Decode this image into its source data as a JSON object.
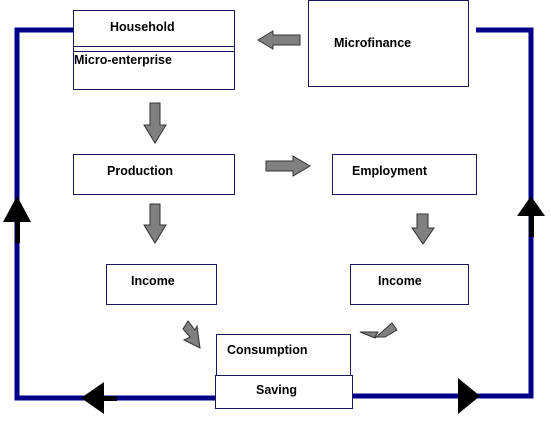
{
  "diagram": {
    "nodes": {
      "household": "Household",
      "micro_enterprise": "Micro-enterprise",
      "microfinance": "Microfinance",
      "production": "Production",
      "employment": "Employment",
      "income_left": "Income",
      "income_right": "Income",
      "consumption": "Consumption",
      "saving": "Saving"
    },
    "colors": {
      "loop": "#00008b",
      "arrow_fill": "#808080",
      "arrow_stroke": "#333333",
      "loop_arrowhead": "#000000",
      "box_border": "#1a1a5a"
    }
  }
}
